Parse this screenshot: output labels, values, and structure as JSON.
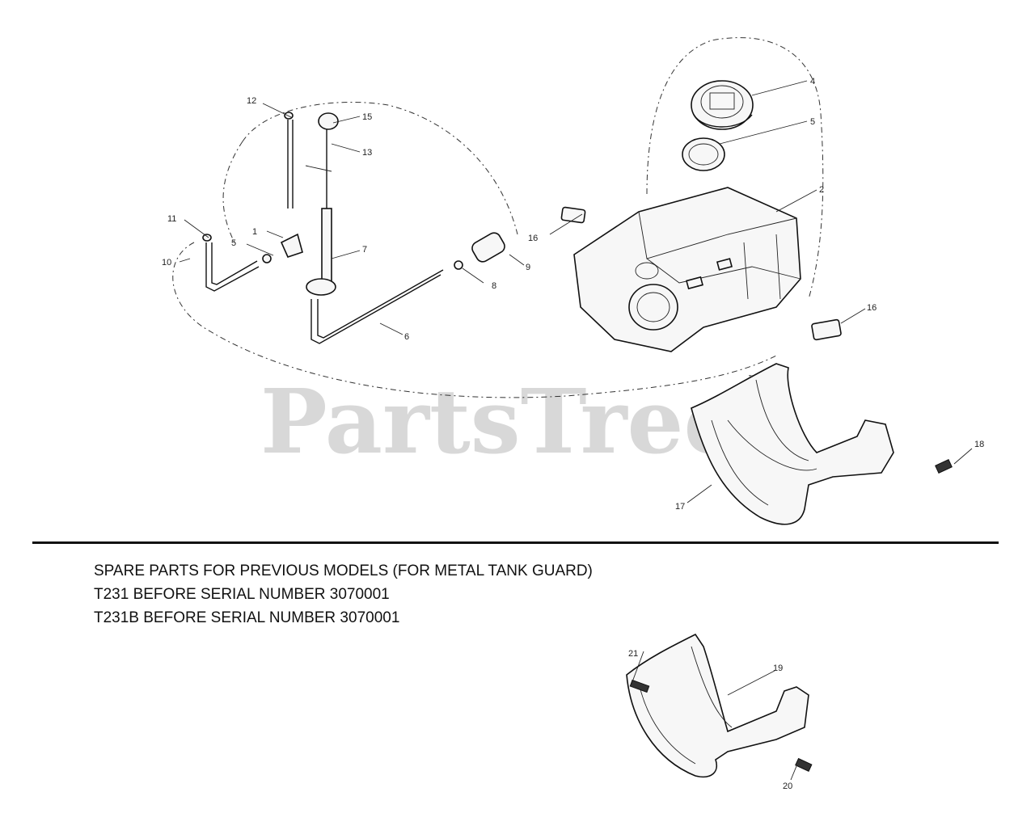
{
  "watermark": "PartsTree",
  "watermark_mark": "™",
  "callouts": {
    "c1": "1",
    "c2": "2",
    "c4": "4",
    "c5": "5",
    "c6": "6",
    "c7": "7",
    "c8": "8",
    "c9": "9",
    "c10": "10",
    "c11": "11",
    "c12": "12",
    "c13": "13",
    "c15": "15",
    "c16a": "16",
    "c16b": "16",
    "c17": "17",
    "c18": "18",
    "c19": "19",
    "c20": "20",
    "c21": "21"
  },
  "notes": {
    "line1": "SPARE PARTS FOR PREVIOUS MODELS (FOR METAL TANK GUARD)",
    "line2": "T231 BEFORE SERIAL NUMBER 3070001",
    "line3": "T231B BEFORE SERIAL NUMBER 3070001"
  }
}
